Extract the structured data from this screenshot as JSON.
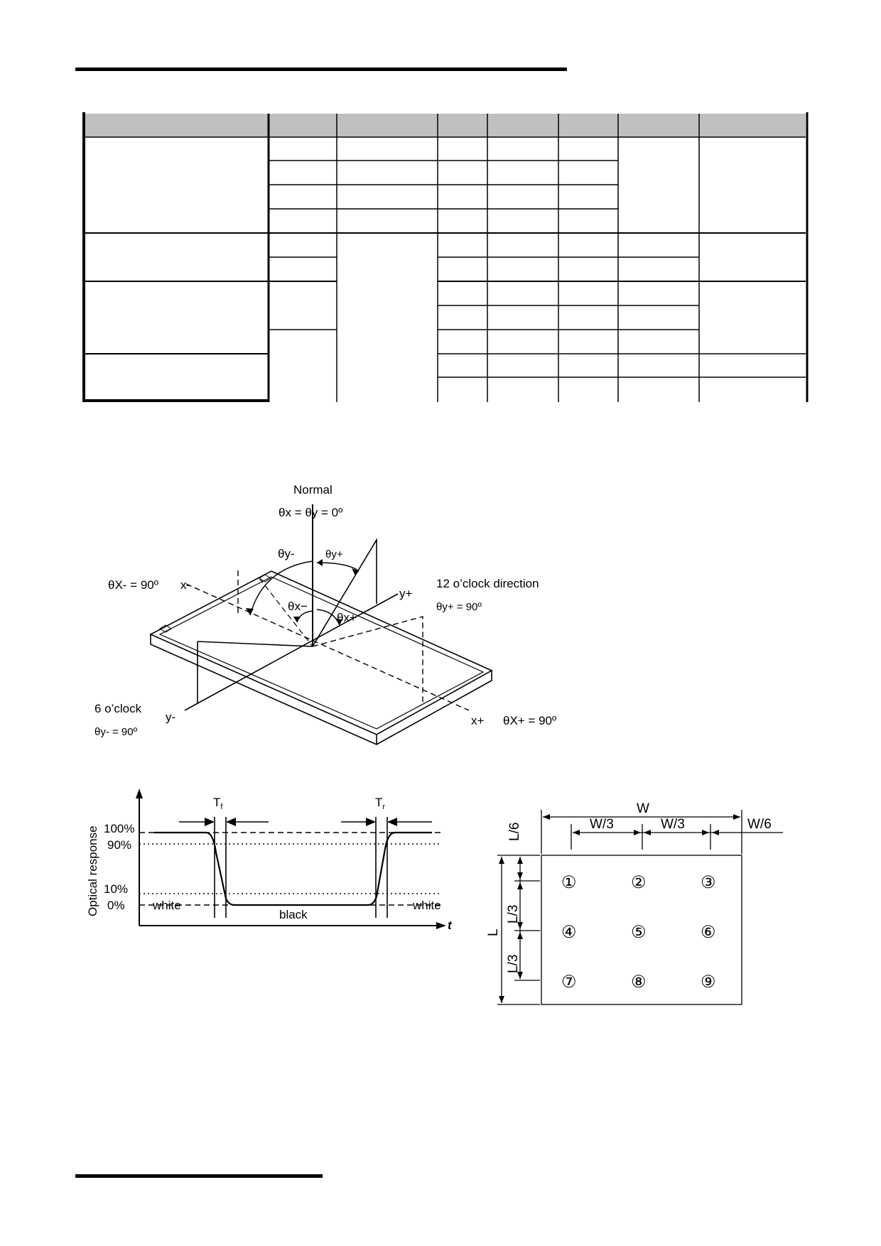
{
  "viewing_angle_figure": {
    "normal_label": "Normal",
    "normal_eq": "θx = θy = 0º",
    "theta_y_minus": "θy-",
    "theta_y_plus": "θy+",
    "theta_x_minus_90": "θX- = 90º",
    "x_minus": "x-",
    "y_plus": "y+",
    "twelve_oclock": "12 o’clock direction",
    "theta_y_plus_90": "θy+ = 90º",
    "theta_x_minus": "θx−",
    "theta_x_plus": "θx+",
    "six_oclock": "6 o’clock",
    "theta_y_minus_90": "θy- = 90º",
    "y_minus": "y-",
    "x_plus": "x+",
    "theta_x_plus_90": "θX+ = 90º"
  },
  "response_figure": {
    "y_axis_label": "Optical response",
    "pct_100": "100%",
    "pct_90": "90%",
    "pct_10": "10%",
    "pct_0": "0%",
    "white_left": "white",
    "black": "black",
    "white_right": "white",
    "t_axis": "t",
    "tf_main": "T",
    "tf_sub": "f",
    "tr_main": "T",
    "tr_sub": "r"
  },
  "measure_points_figure": {
    "W": "W",
    "W3_a": "W/3",
    "W3_b": "W/3",
    "W6": "W/6",
    "L6": "L/6",
    "L": "L",
    "L3_a": "L/3",
    "L3_b": "L/3",
    "points": [
      "①",
      "②",
      "③",
      "④",
      "⑤",
      "⑥",
      "⑦",
      "⑧",
      "⑨"
    ]
  }
}
